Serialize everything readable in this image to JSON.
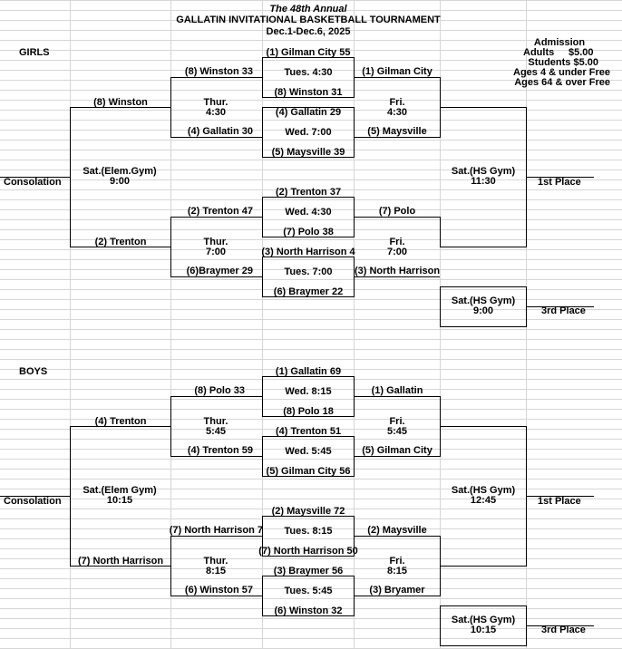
{
  "header": {
    "line1": "The 48th Annual",
    "line2": "GALLATIN INVITATIONAL BASKETBALL TOURNAMENT",
    "line3": "Dec.1-Dec.6, 2025"
  },
  "admission": {
    "title": "Admission",
    "adults_label": "Adults",
    "adults_price": "$5.00",
    "students": "Students $5.00",
    "young": "Ages 4 & under Free",
    "senior": "Ages 64 & over Free"
  },
  "girls": {
    "section": "GIRLS",
    "consolation": "Consolation",
    "sat_elem": "Sat.(Elem.Gym)",
    "sat_elem_time": "9:00",
    "sat_hs": "Sat.(HS Gym)",
    "sat_hs_time": "11:30",
    "first_place": "1st Place",
    "third_box": "Sat.(HS Gym)",
    "third_time": "9:00",
    "third_place": "3rd Place",
    "left_top": "(8) Winston",
    "left_bottom": "(2) Trenton",
    "thu1_day": "Thur.",
    "thu1_time": "4:30",
    "thu2_day": "Thur.",
    "thu2_time": "7:00",
    "fri1_day": "Fri.",
    "fri1_time": "4:30",
    "fri2_day": "Fri.",
    "fri2_time": "7:00",
    "q1": {
      "team_a": "(1) Gilman City 55",
      "time": "Tues. 4:30",
      "team_b": "(8) Winston 31",
      "left": "(8) Winston 33",
      "right": "(1) Gilman City"
    },
    "q2": {
      "team_a": "(4) Gallatin 29",
      "time": "Wed. 7:00",
      "team_b": "(5) Maysville 39",
      "left": "(4) Gallatin 30",
      "right": "(5) Maysville"
    },
    "q3": {
      "team_a": "(2) Trenton 37",
      "time": "Wed. 4:30",
      "team_b": "(7) Polo 38",
      "left": "(2) Trenton 47",
      "right": "(7) Polo"
    },
    "q4": {
      "team_a": "(3) North Harrison 4",
      "time": "Tues. 7:00",
      "team_b": "(6) Braymer 22",
      "left": "(6)Braymer 29",
      "right": "(3) North Harrison"
    }
  },
  "boys": {
    "section": "BOYS",
    "consolation": "Consolation",
    "sat_elem": "Sat.(Elem Gym)",
    "sat_elem_time": "10:15",
    "sat_hs": "Sat.(HS Gym)",
    "sat_hs_time": "12:45",
    "first_place": "1st Place",
    "third_box": "Sat.(HS Gym)",
    "third_time": "10:15",
    "third_place": "3rd Place",
    "left_top": "(4) Trenton",
    "left_bottom": "(7) North Harrison",
    "thu1_day": "Thur.",
    "thu1_time": "5:45",
    "thu2_day": "Thur.",
    "thu2_time": "8:15",
    "fri1_day": "Fri.",
    "fri1_time": "5:45",
    "fri2_day": "Fri.",
    "fri2_time": "8:15",
    "q1": {
      "team_a": "(1) Gallatin 69",
      "time": "Wed. 8:15",
      "team_b": "(8) Polo 18",
      "left": "(8) Polo 33",
      "right": "(1) Gallatin"
    },
    "q2": {
      "team_a": "(4) Trenton 51",
      "time": "Wed. 5:45",
      "team_b": "(5) Gilman City 56",
      "left": "(4) Trenton 59",
      "right": "(5) Gilman City"
    },
    "q3": {
      "team_a": "(2) Maysville 72",
      "time": "Tues. 8:15",
      "team_b": "(7) North Harrison 50",
      "left": "(7) North Harrison 7",
      "right": "(2) Maysville"
    },
    "q4": {
      "team_a": "(3) Braymer 56",
      "time": "Tues. 5:45",
      "team_b": "(6) Winston 32",
      "left": "(6) Winston 57",
      "right": "(3) Bryamer"
    }
  }
}
